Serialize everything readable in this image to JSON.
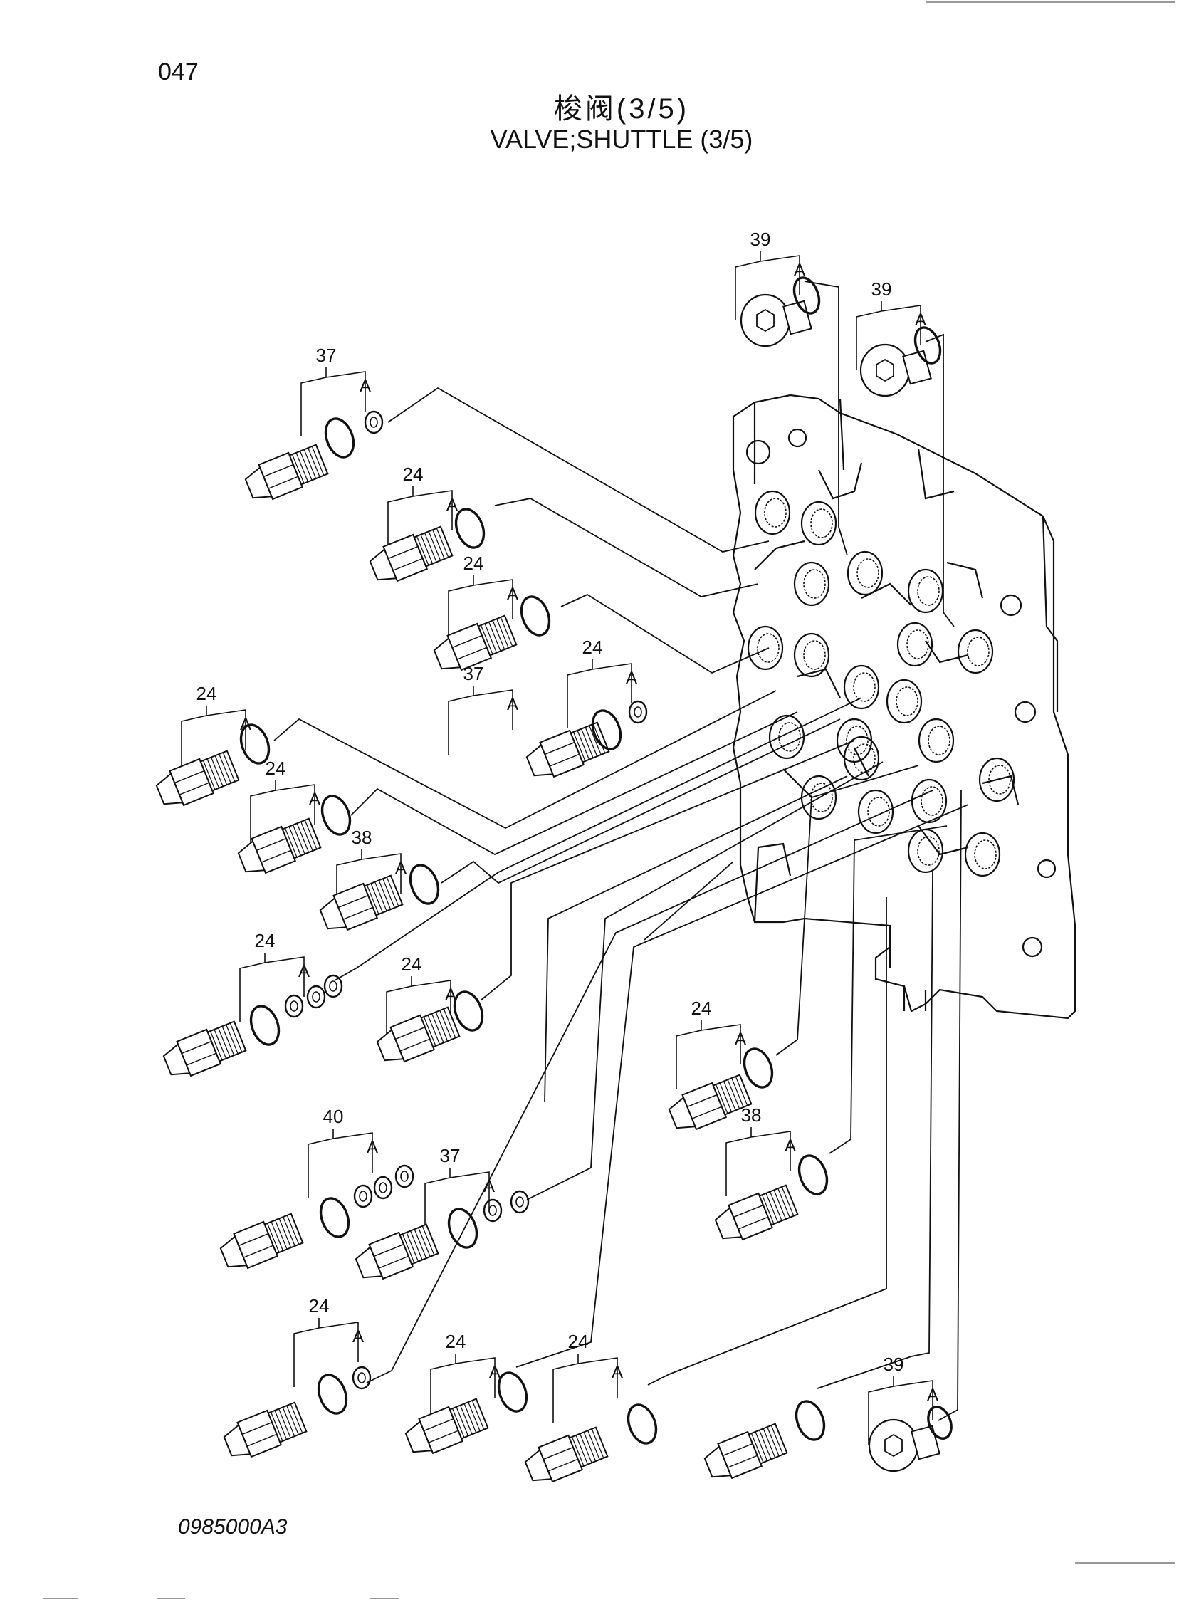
{
  "page": {
    "number": "047",
    "title_cn": "梭阀(3/5)",
    "title_en": "VALVE;SHUTTLE (3/5)",
    "drawing_code": "0985000A3"
  },
  "callouts": [
    {
      "part": "39",
      "sub": "A"
    },
    {
      "part": "39",
      "sub": "A"
    },
    {
      "part": "37",
      "sub": "A"
    },
    {
      "part": "24",
      "sub": "A"
    },
    {
      "part": "24",
      "sub": "A"
    },
    {
      "part": "37",
      "sub": "A"
    },
    {
      "part": "24",
      "sub": "A"
    },
    {
      "part": "24",
      "sub": "A"
    },
    {
      "part": "24",
      "sub": "A"
    },
    {
      "part": "38",
      "sub": "A"
    },
    {
      "part": "24",
      "sub": "A"
    },
    {
      "part": "24",
      "sub": "A"
    },
    {
      "part": "24",
      "sub": "A"
    },
    {
      "part": "38",
      "sub": "A"
    },
    {
      "part": "40",
      "sub": "A"
    },
    {
      "part": "37",
      "sub": "A"
    },
    {
      "part": "24",
      "sub": "A"
    },
    {
      "part": "24",
      "sub": "A"
    },
    {
      "part": "24",
      "sub": "A"
    },
    {
      "part": "39",
      "sub": "A"
    }
  ]
}
